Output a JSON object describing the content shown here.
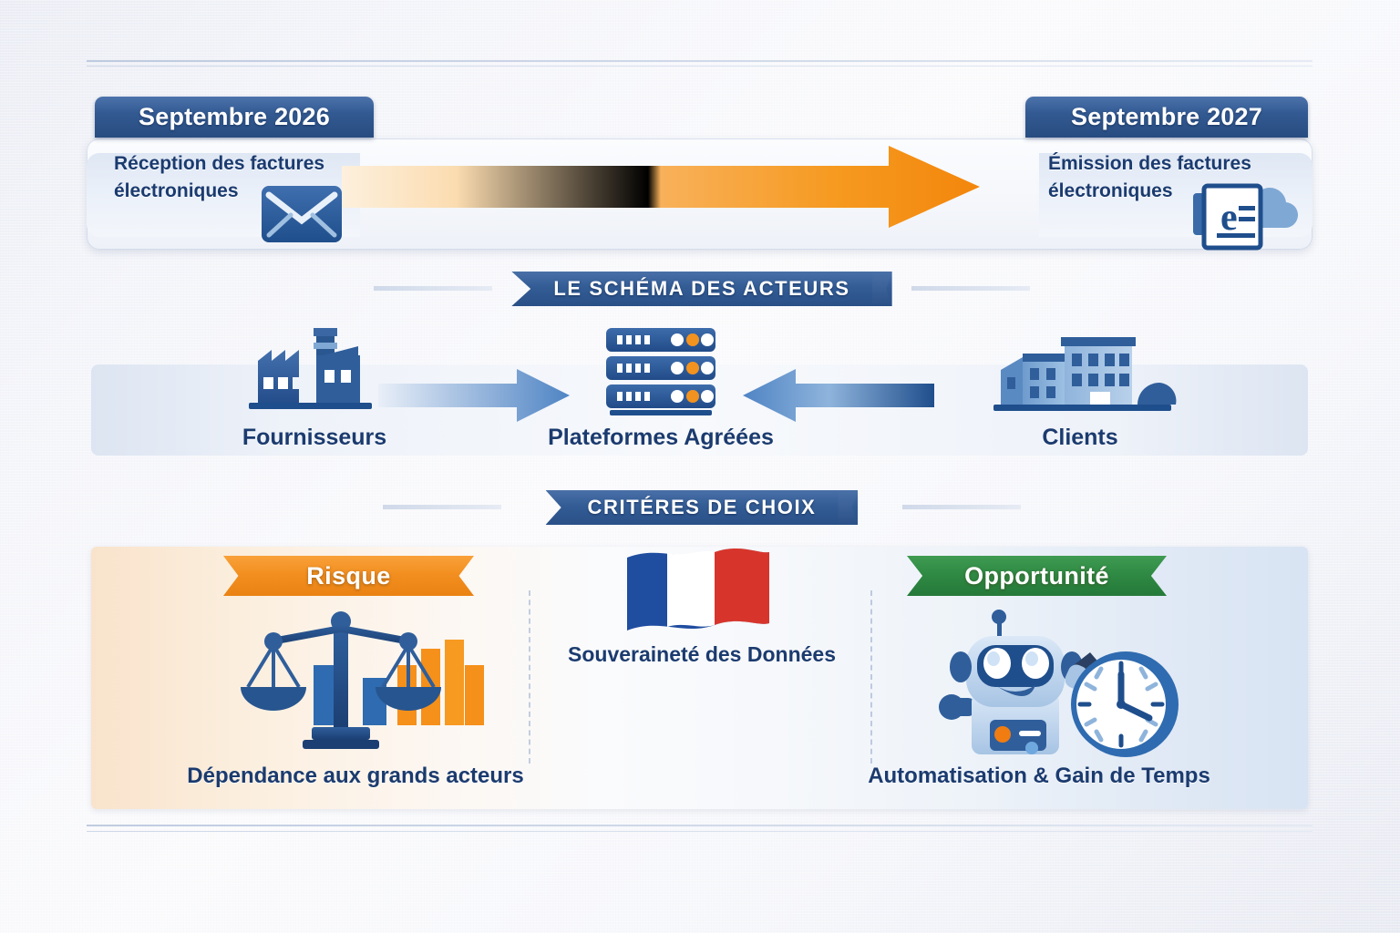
{
  "timeline": {
    "left": {
      "date": "Septembre 2026",
      "text": "Réception des factures électroniques",
      "icon": "mail-envelope-icon"
    },
    "right": {
      "date": "Septembre 2027",
      "text": "Émission des factures électroniques",
      "icon": "e-invoice-cloud-icon"
    },
    "arrow": {
      "name": "timeline-arrow",
      "direction": "right",
      "color_from": "#fdecd2",
      "color_to": "#f5901a"
    }
  },
  "sections": {
    "actors_banner": "LE SCHÉMA DES ACTEURS",
    "criteria_banner": "CRITÉRES DE CHOIX"
  },
  "actors": [
    {
      "label": "Fournisseurs",
      "icon": "factory-icon"
    },
    {
      "label": "Plateformes Agréées",
      "icon": "server-stack-icon"
    },
    {
      "label": "Clients",
      "icon": "office-buildings-icon"
    }
  ],
  "criteria": {
    "risk": {
      "ribbon": "Risque",
      "ribbon_color": "#f2921f",
      "caption": "Dépendance aux grands acteurs",
      "icon": "balance-scale-bar-chart-icon"
    },
    "middle": {
      "caption": "Souveraineté des Données",
      "icon": "french-flag-icon"
    },
    "opportunity": {
      "ribbon": "Opportunité",
      "ribbon_color": "#2f8a43",
      "caption": "Automatisation & Gain de Temps",
      "icon": "robot-clock-icon"
    }
  },
  "palette": {
    "deep_blue": "#1b3b6f",
    "banner_blue": "#2f5790",
    "orange": "#f5901a",
    "green": "#2f8a43",
    "flag_blue": "#1f4da0",
    "flag_red": "#d7352c"
  }
}
